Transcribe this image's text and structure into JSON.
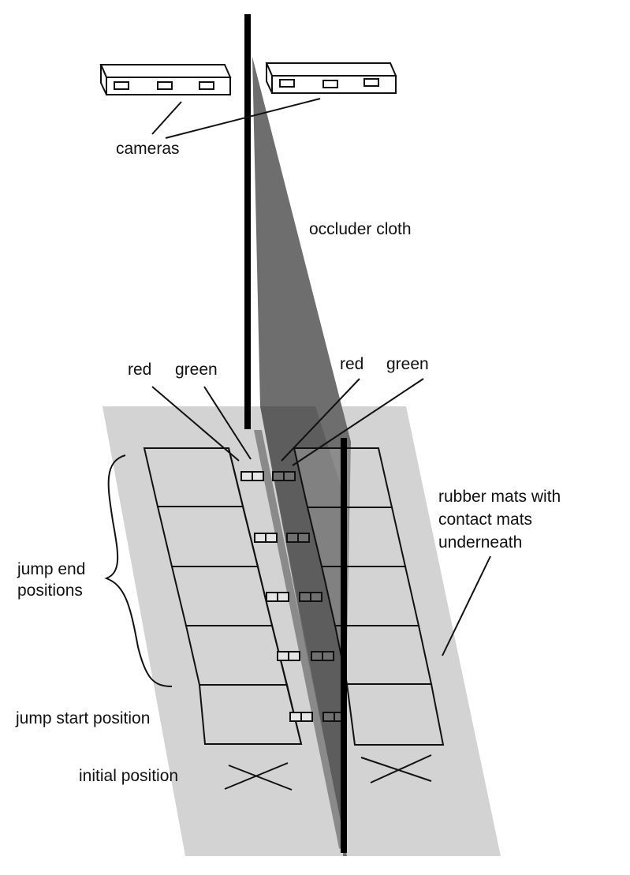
{
  "figure": {
    "labels": {
      "cameras": "cameras",
      "occluder": "occluder cloth",
      "red_left": "red",
      "green_left": "green",
      "red_right": "red",
      "green_right": "green",
      "jump_end_line1": "jump end",
      "jump_end_line2": "positions",
      "jump_start": "jump start position",
      "initial": "initial position",
      "mats_line1": "rubber mats with",
      "mats_line2": "contact mats",
      "mats_line3": "underneath"
    },
    "colors": {
      "floor": "#d3d3d3",
      "occluder_upper": "#6e6e6e",
      "occluder_lower": "#5a5a5a",
      "pole": "#000000"
    },
    "camera_count": 2,
    "lenses_per_camera": 3,
    "mat_rows_per_side": 5,
    "jump_end_positions": 4,
    "marker_pairs_per_side": 5
  }
}
